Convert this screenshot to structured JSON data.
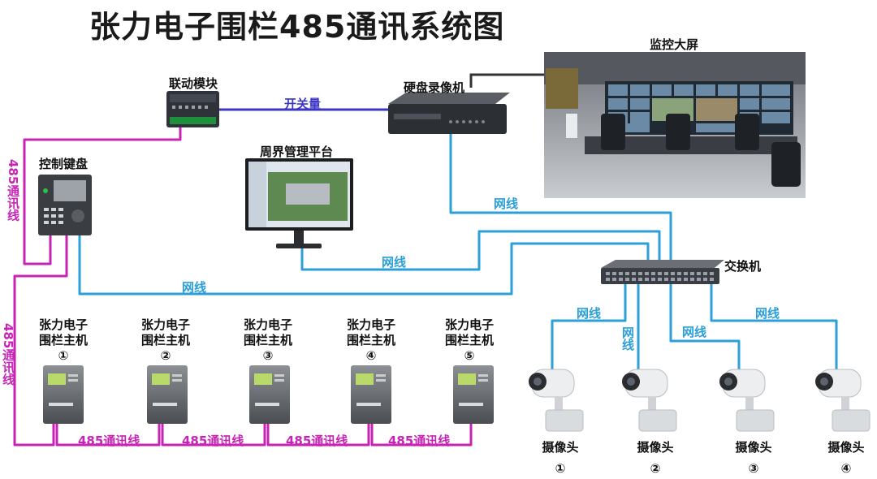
{
  "title": "张力电子围栏485通讯系统图",
  "colors": {
    "network": "#2b9fd8",
    "rs485": "#c724b6",
    "switch_io": "#3b35c8"
  },
  "devices": {
    "linkage_module": "联动模块",
    "nvr": "硬盘录像机",
    "big_screen": "监控大屏",
    "keyboard": "控制键盘",
    "platform": "周界管理平台",
    "switch": "交换机"
  },
  "wires": {
    "switch_io": "开关量",
    "network": "网线",
    "rs485": "485通讯线"
  },
  "hosts": [
    {
      "line1": "张力电子",
      "line2": "围栏主机",
      "num": "①"
    },
    {
      "line1": "张力电子",
      "line2": "围栏主机",
      "num": "②"
    },
    {
      "line1": "张力电子",
      "line2": "围栏主机",
      "num": "③"
    },
    {
      "line1": "张力电子",
      "line2": "围栏主机",
      "num": "④"
    },
    {
      "line1": "张力电子",
      "line2": "围栏主机",
      "num": "⑤"
    }
  ],
  "cameras": [
    {
      "label": "摄像头",
      "num": "①"
    },
    {
      "label": "摄像头",
      "num": "②"
    },
    {
      "label": "摄像头",
      "num": "③"
    },
    {
      "label": "摄像头",
      "num": "④"
    }
  ]
}
